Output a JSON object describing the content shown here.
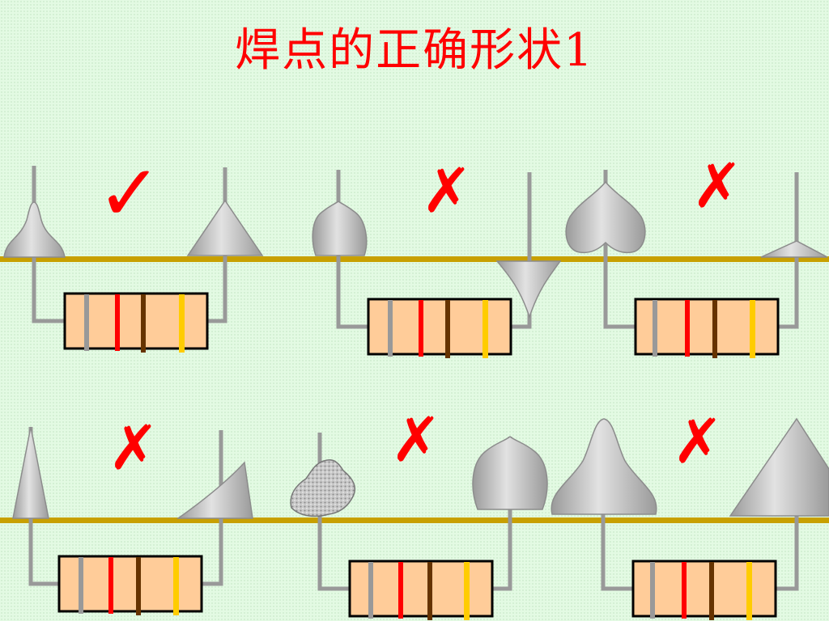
{
  "title": "焊点的正确形状1",
  "colors": {
    "board": "#c8a000",
    "lead": "#999999",
    "joint": "#b7b7b7",
    "joint_stroke": "#8c8c8c",
    "resistor_body": "#ffcc99",
    "band_grey": "#999999",
    "band_red": "#ff0000",
    "band_brown": "#663300",
    "band_gold": "#ffcc00",
    "mark": "#ff0000"
  },
  "examples": [
    {
      "verdict": "correct",
      "symbol": "✓"
    },
    {
      "verdict": "wrong",
      "symbol": "✗"
    },
    {
      "verdict": "wrong",
      "symbol": "✗"
    },
    {
      "verdict": "wrong",
      "symbol": "✗"
    },
    {
      "verdict": "wrong",
      "symbol": "✗"
    },
    {
      "verdict": "wrong",
      "symbol": "✗"
    }
  ]
}
